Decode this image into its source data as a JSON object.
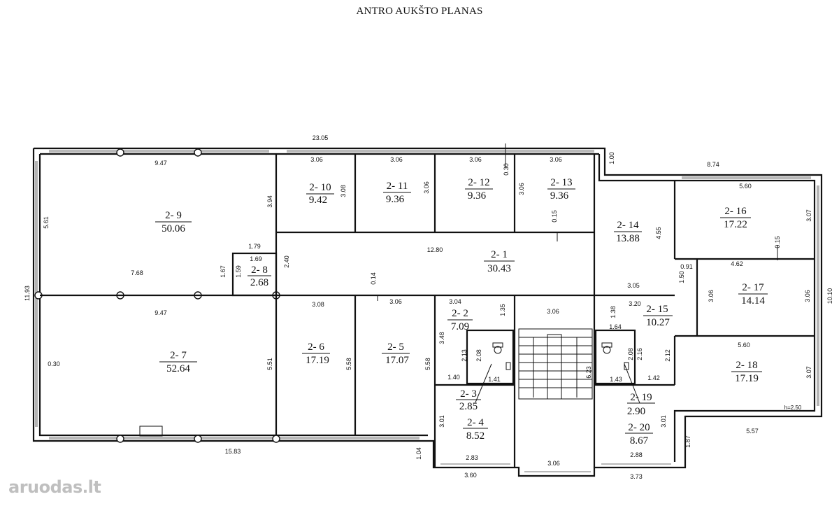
{
  "title": "ANTRO AUKŠTO PLANAS",
  "logo_text": "aruodas",
  "logo_suffix": "lt",
  "height_note": "h=2.50",
  "rooms": [
    {
      "id": "2- 1",
      "area": "30.43"
    },
    {
      "id": "2- 2",
      "area": "7.09"
    },
    {
      "id": "2- 3",
      "area": "2.85"
    },
    {
      "id": "2- 4",
      "area": "8.52"
    },
    {
      "id": "2- 5",
      "area": "17.07"
    },
    {
      "id": "2- 6",
      "area": "17.19"
    },
    {
      "id": "2- 7",
      "area": "52.64"
    },
    {
      "id": "2- 8",
      "area": "2.68"
    },
    {
      "id": "2- 9",
      "area": "50.06"
    },
    {
      "id": "2- 10",
      "area": "9.42"
    },
    {
      "id": "2- 11",
      "area": "9.36"
    },
    {
      "id": "2- 12",
      "area": "9.36"
    },
    {
      "id": "2- 13",
      "area": "9.36"
    },
    {
      "id": "2- 14",
      "area": "13.88"
    },
    {
      "id": "2- 15",
      "area": "10.27"
    },
    {
      "id": "2- 16",
      "area": "17.22"
    },
    {
      "id": "2- 17",
      "area": "14.14"
    },
    {
      "id": "2- 18",
      "area": "17.19"
    },
    {
      "id": "2- 19",
      "area": "2.90"
    },
    {
      "id": "2- 20",
      "area": "8.67"
    }
  ],
  "dims": [
    "23.05",
    "9.47",
    "3.06",
    "3.06",
    "3.06",
    "0.30",
    "3.06",
    "1.00",
    "8.74",
    "5.60",
    "5.61",
    "3.94",
    "3.08",
    "3.06",
    "3.06",
    "0.15",
    "4.55",
    "3.07",
    "1.79",
    "1.69",
    "7.68",
    "1.67",
    "1.59",
    "2.40",
    "12.80",
    "0.14",
    "0.15",
    "11.93",
    "9.47",
    "3.08",
    "3.06",
    "3.04",
    "1.35",
    "3.06",
    "1.38",
    "3.20",
    "1.64",
    "0.91",
    "4.62",
    "3.05",
    "1.50",
    "3.06",
    "3.06",
    "10.10",
    "3.48",
    "2.13",
    "2.08",
    "2.08",
    "2.16",
    "2.12",
    "5.60",
    "6.23",
    "0.30",
    "5.51",
    "5.58",
    "5.58",
    "1.40",
    "1.41",
    "1.43",
    "1.42",
    "3.07",
    "3.01",
    "3.01",
    "5.57",
    "1.04",
    "2.83",
    "3.06",
    "2.88",
    "1.87",
    "15.83",
    "3.60",
    "3.73"
  ]
}
